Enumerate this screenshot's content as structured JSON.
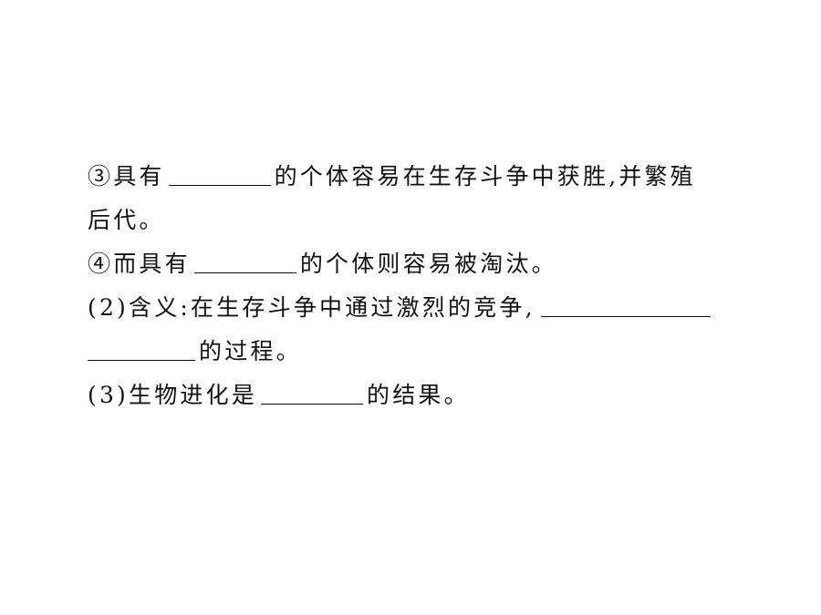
{
  "document": {
    "line1": {
      "before": "③具有",
      "after": "的个体容易在生存斗争中获胜,并繁殖"
    },
    "line2": {
      "text": "后代。"
    },
    "line3": {
      "before": "④而具有",
      "after": "的个体则容易被淘汰。"
    },
    "line4": {
      "before": "(2)含义:在生存斗争中通过激烈的竞争,"
    },
    "line5": {
      "after": "的过程。"
    },
    "line6": {
      "before": "(3)生物进化是",
      "after": "的结果。"
    }
  }
}
